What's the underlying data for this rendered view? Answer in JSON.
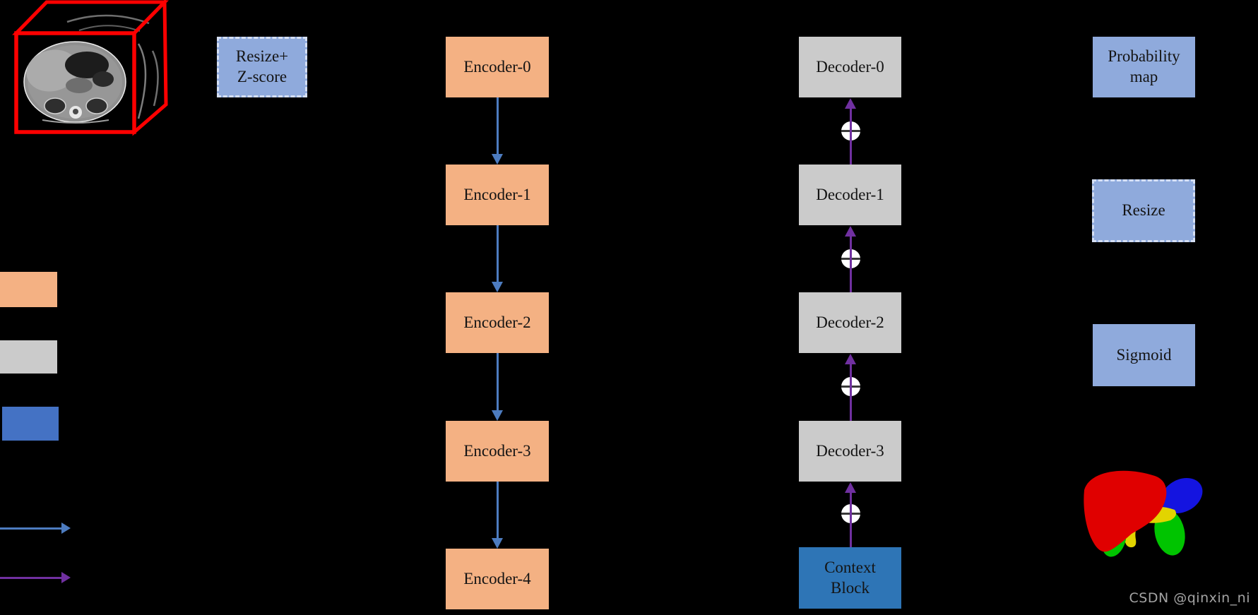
{
  "diagram": {
    "title_hint": "Encoder-decoder segmentation network pipeline",
    "preprocess_box": {
      "line1": "Resize+",
      "line2": "Z-score"
    },
    "encoders": [
      "Encoder-0",
      "Encoder-1",
      "Encoder-2",
      "Encoder-3",
      "Encoder-4"
    ],
    "decoders": [
      "Decoder-0",
      "Decoder-1",
      "Decoder-2",
      "Decoder-3"
    ],
    "context_block": {
      "line1": "Context",
      "line2": "Block"
    },
    "outputs": {
      "probability_map": {
        "line1": "Probability",
        "line2": "map"
      },
      "resize": "Resize",
      "sigmoid": "Sigmoid"
    }
  },
  "icons": {
    "merge_operator": "⊕",
    "ct_volume": "ct-axial-slice-in-red-wireframe-cube",
    "segmentation_render": "3d-organ-segmentation (red liver, blue spleen, yellow pancreas, green kidneys)"
  },
  "legend": {
    "swatches": [
      "encoder-color",
      "decoder-color",
      "context-color"
    ],
    "arrows": [
      "blue-arrow",
      "purple-arrow"
    ]
  },
  "colors": {
    "background": "#000000",
    "encoder_fill": "#F4B183",
    "decoder_fill": "#CBCBCB",
    "io_fill": "#8FAADC",
    "context_fill": "#2E75B6",
    "legend_blue": "#4472C4",
    "arrow_blue": "#4D7CC0",
    "arrow_purple": "#7030A0",
    "cube_red": "#FF0000",
    "watermark_gray": "#A3A3A3"
  },
  "watermark": "CSDN @qinxin_ni"
}
